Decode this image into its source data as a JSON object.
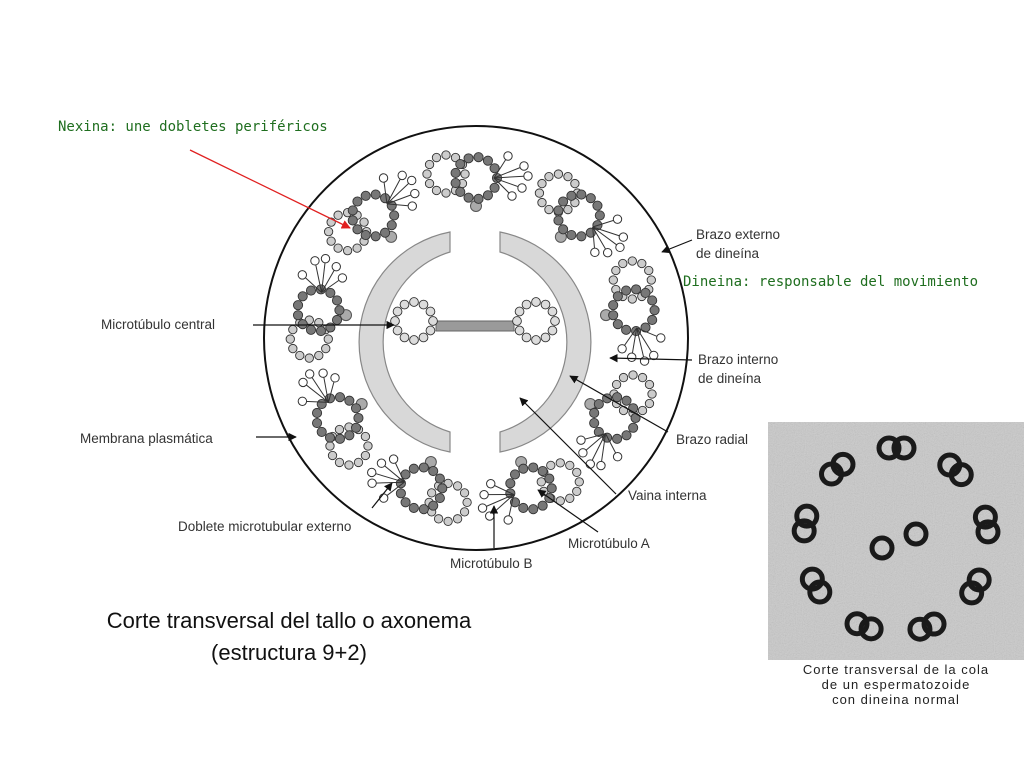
{
  "notes": {
    "nexina": "Nexina: une dobletes periféricos",
    "dineina": "Dineina: responsable del movimiento"
  },
  "labels": {
    "brazo_externo": [
      "Brazo externo",
      "de dineína"
    ],
    "microtubulo_central": "Microtúbulo central",
    "brazo_interno": [
      "Brazo interno",
      "de dineína"
    ],
    "membrana": "Membrana plasmática",
    "brazo_radial": "Brazo radial",
    "vaina_interna": "Vaina interna",
    "doblete": "Doblete microtubular externo",
    "microtubulo_a": "Microtúbulo A",
    "microtubulo_b": "Microtúbulo B"
  },
  "caption": [
    "Corte transversal del tallo o axonema",
    "(estructura 9+2)"
  ],
  "photo_caption": [
    "Corte transversal de la cola",
    "de un espermatozoide",
    "con dineina normal"
  ],
  "colors": {
    "note_text": "#1f6e1f",
    "nexina_arrow": "#e02020",
    "tubule_a": "#777777",
    "tubule_b": "#cccccc",
    "sheath": "#d4d4d4"
  }
}
